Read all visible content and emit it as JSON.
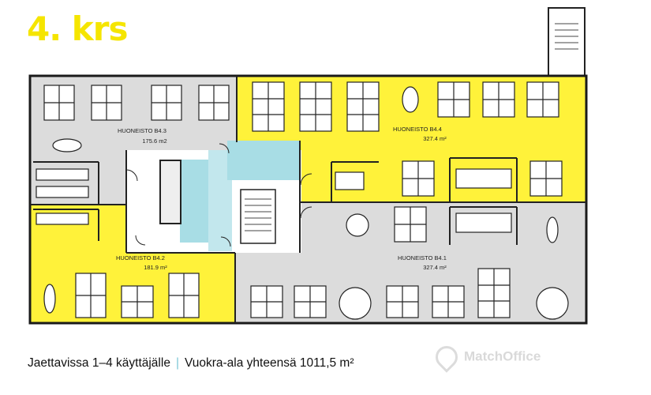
{
  "floor": {
    "title": "4. krs"
  },
  "units": [
    {
      "id": "b43",
      "name": "HUONEISTO B4.3",
      "area": "175.6 m2"
    },
    {
      "id": "b44",
      "name": "HUONEISTO B4.4",
      "area": "327.4 m²"
    },
    {
      "id": "b42",
      "name": "HUONEISTO B4.2",
      "area": "181.9 m²"
    },
    {
      "id": "b41",
      "name": "HUONEISTO B4.1",
      "area": "327.4 m²"
    }
  ],
  "footer": {
    "shared_text": "Jaettavissa 1–4 käyttäjälle",
    "separator": "|",
    "total_text": "Vuokra-ala yhteensä 1011,5 m²"
  },
  "watermark": {
    "text": "MatchOffice"
  },
  "colors": {
    "leased_yellow": "#fff23a",
    "grey_unit": "#dcdcdc",
    "core_cyan": "#a8dde5",
    "title_yellow": "#f5e500"
  }
}
